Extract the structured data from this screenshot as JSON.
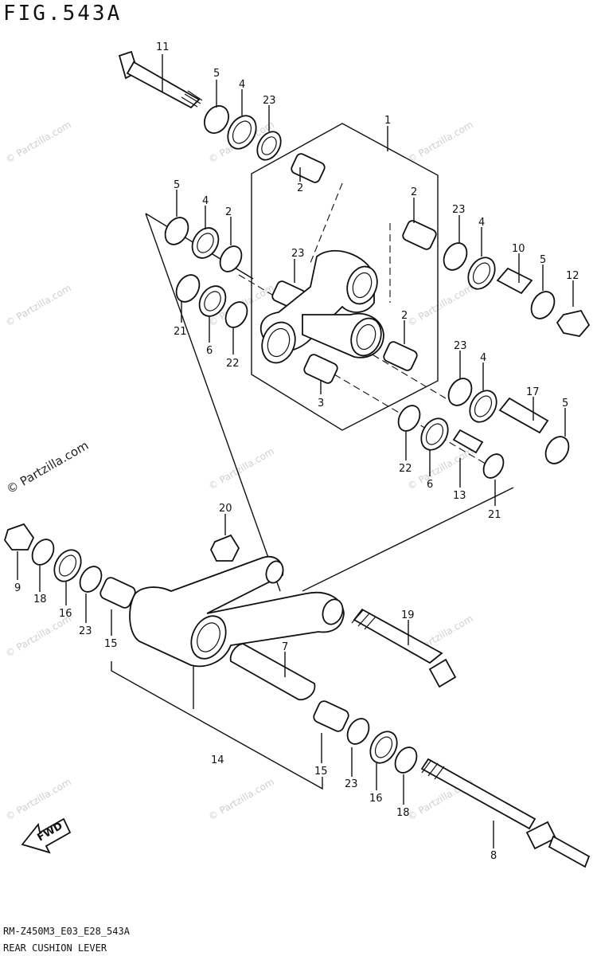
{
  "header": {
    "title": "FIG.543A"
  },
  "footer": {
    "code": "RM-Z450M3_E03_E28_543A",
    "name": "REAR CUSHION LEVER"
  },
  "watermark": {
    "text": "© Partzilla.com"
  },
  "callouts": [
    "11",
    "5",
    "4",
    "23",
    "1",
    "2",
    "2",
    "5",
    "4",
    "23",
    "2",
    "23",
    "4",
    "10",
    "5",
    "12",
    "21",
    "6",
    "22",
    "2",
    "2",
    "3",
    "23",
    "4",
    "17",
    "5",
    "22",
    "6",
    "13",
    "21",
    "20",
    "9",
    "18",
    "16",
    "23",
    "15",
    "7",
    "19",
    "14",
    "15",
    "23",
    "16",
    "18",
    "8"
  ],
  "fwd_label": "FWD"
}
